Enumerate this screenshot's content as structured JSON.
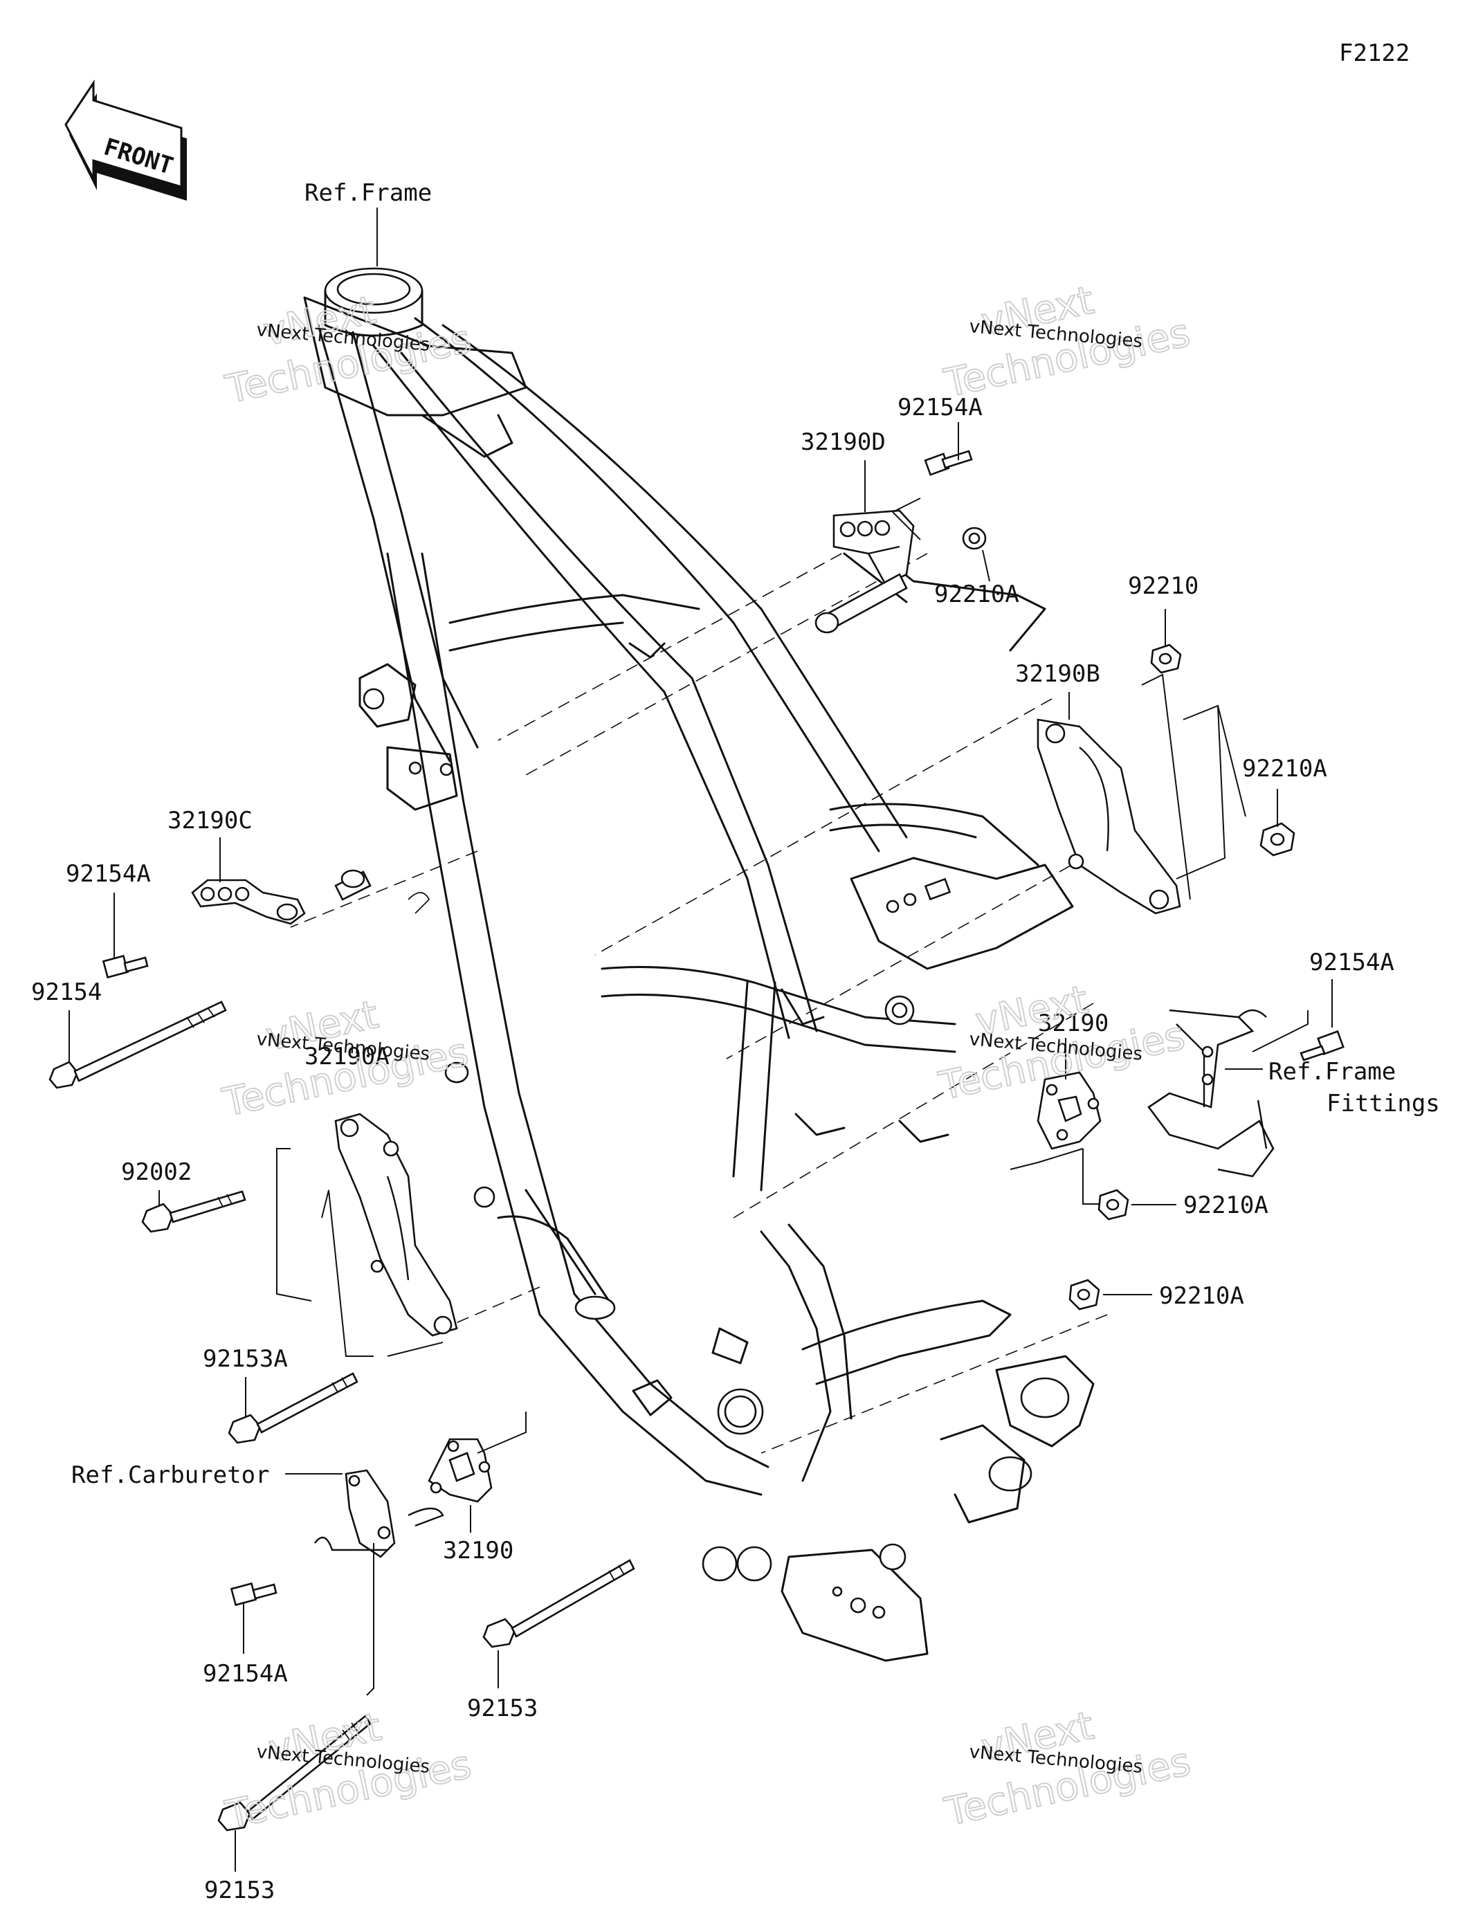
{
  "figure_code": "F2122",
  "front_arrow_label": "FRONT",
  "references": {
    "frame": "Ref.Frame",
    "frame_fittings_line1": "Ref.Frame",
    "frame_fittings_line2": "Fittings",
    "carburetor": "Ref.Carburetor"
  },
  "watermark": {
    "brand": "vNext Technologies",
    "big_line1": "vNext",
    "big_line2": "Technologies"
  },
  "part_labels": {
    "p92154A_top": "92154A",
    "p32190D": "32190D",
    "p92210A_top": "92210A",
    "p92210": "92210",
    "p32190B": "32190B",
    "p92210A_right": "92210A",
    "p92154A_right": "92154A",
    "p32190C": "32190C",
    "p92154A_left": "92154A",
    "p92154": "92154",
    "p32190_mid": "32190",
    "p32190A": "32190A",
    "p92210A_mid": "92210A",
    "p92210A_low": "92210A",
    "p92002": "92002",
    "p92153A": "92153A",
    "p32190_low": "32190",
    "p92154A_low": "92154A",
    "p92153_mid": "92153",
    "p92153_bottom": "92153"
  }
}
